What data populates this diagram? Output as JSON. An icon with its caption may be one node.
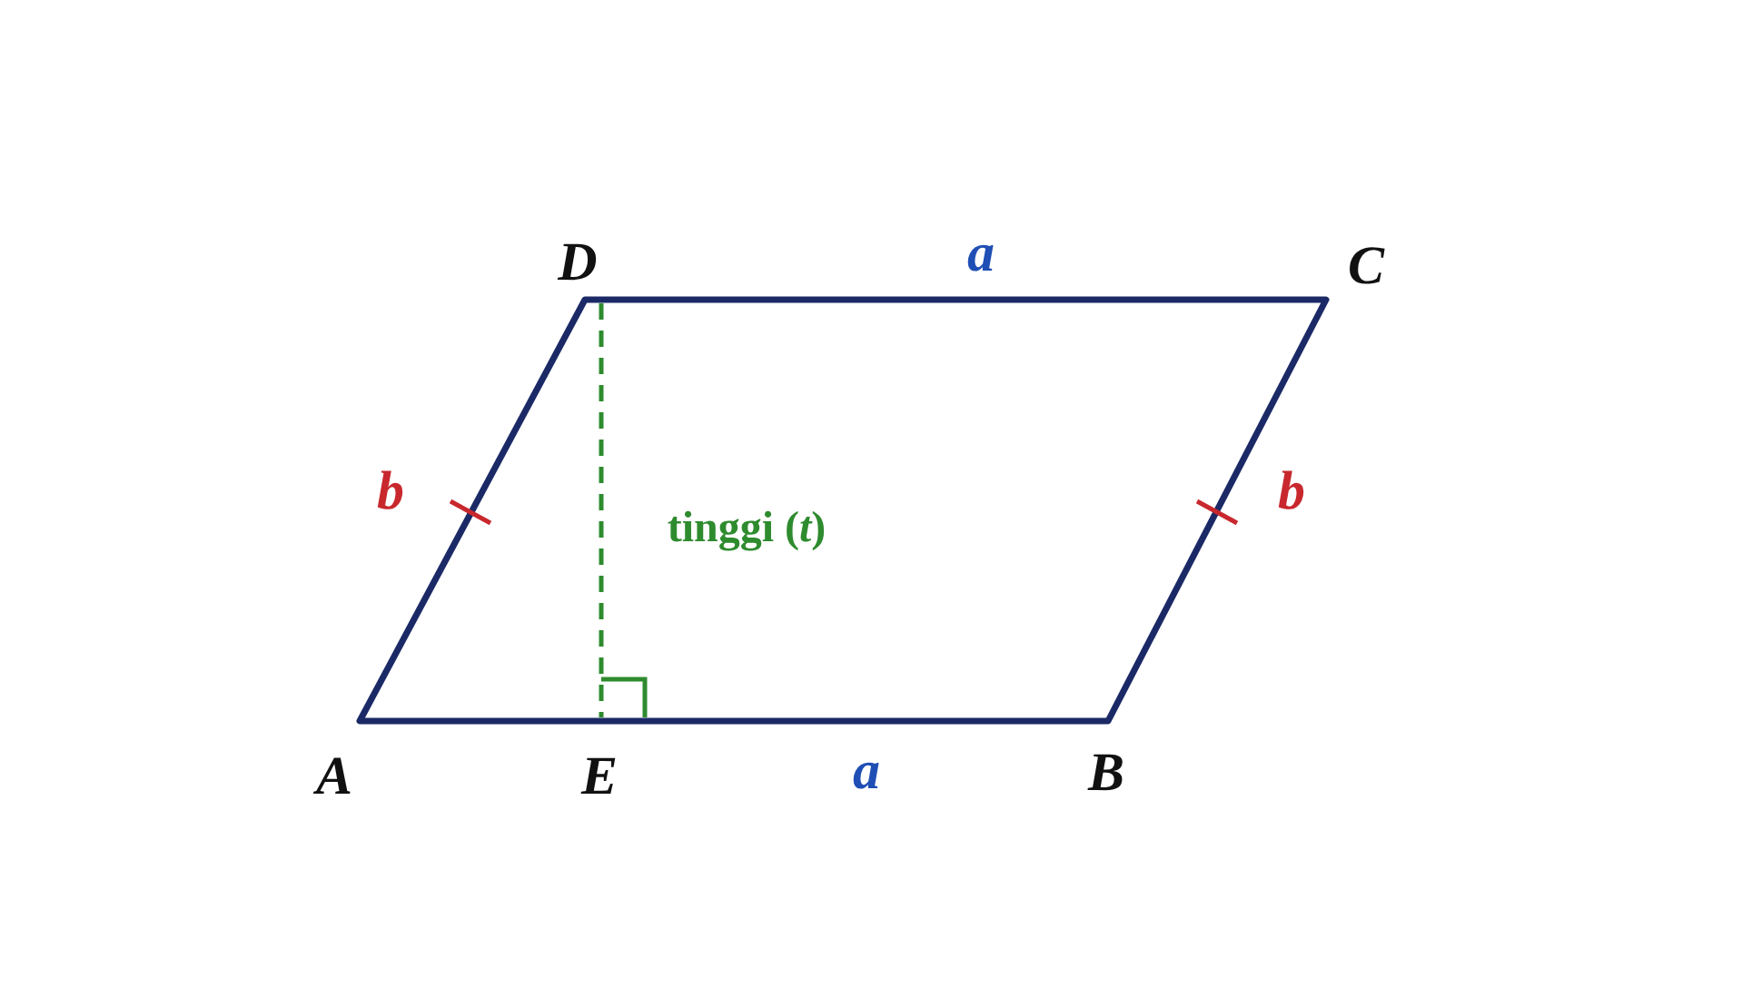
{
  "diagram": {
    "labels": [
      "D",
      "a",
      "C",
      "b",
      "tinggi (*t*)",
      "b",
      "A",
      "E",
      "a",
      "B"
    ]
  }
}
